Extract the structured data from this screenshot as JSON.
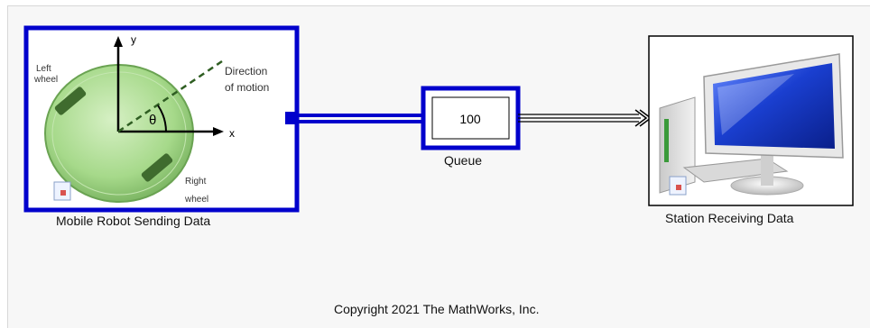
{
  "robot_block": {
    "label": "Mobile Robot Sending Data",
    "axis_y": "y",
    "axis_x": "x",
    "theta": "θ",
    "left_wheel": [
      "Left",
      "wheel"
    ],
    "right_wheel": [
      "Right",
      "wheel"
    ],
    "direction": [
      "Direction",
      "of motion"
    ]
  },
  "queue_block": {
    "value": "100",
    "label": "Queue"
  },
  "station_block": {
    "label": "Station Receiving Data"
  },
  "copyright": "Copyright 2021 The MathWorks, Inc.",
  "colors": {
    "selection_blue": "#0000cc",
    "robot_green": "#a6d98a",
    "wheel_green": "#3f6b2e",
    "monitor_blue": "#1a3fd0",
    "background": "#f7f7f7"
  }
}
